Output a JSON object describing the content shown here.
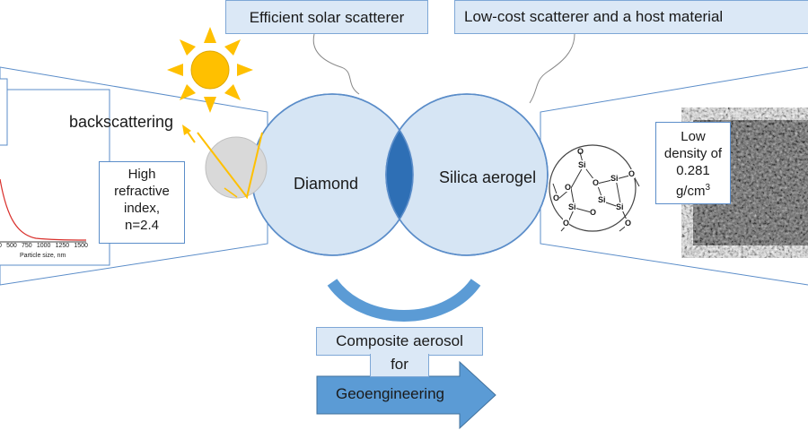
{
  "callouts": {
    "diamond_property": "Efficient solar scatterer",
    "aerogel_property": "Low-cost scatterer and a host material"
  },
  "venn": {
    "left_label": "Diamond",
    "right_label": "Silica aerogel"
  },
  "diamond_panel": {
    "scatter_label": "backscattering",
    "refractive_box": [
      "High",
      "refractive",
      "index,",
      "n=2.4"
    ],
    "chart_ticks": [
      "0",
      "500",
      "750",
      "1000",
      "1250",
      "1500"
    ],
    "chart_xlabel": "Particle size, nm"
  },
  "aerogel_panel": {
    "density_box": [
      "Low",
      "density of",
      "0.281",
      "g/cm",
      "3"
    ],
    "molecule_atoms": {
      "si": "Si",
      "o": "O"
    }
  },
  "result": {
    "line1": "Composite aerosol",
    "line2": "for",
    "arrow_label": "Geoengineering"
  },
  "colors": {
    "circle_fill": "#d6e5f4",
    "circle_stroke": "#5b8dc9",
    "overlap": "#2e6fb5",
    "arc": "#5b8dc9",
    "arrow": "#5b9bd5",
    "sun": "#ffc000"
  }
}
